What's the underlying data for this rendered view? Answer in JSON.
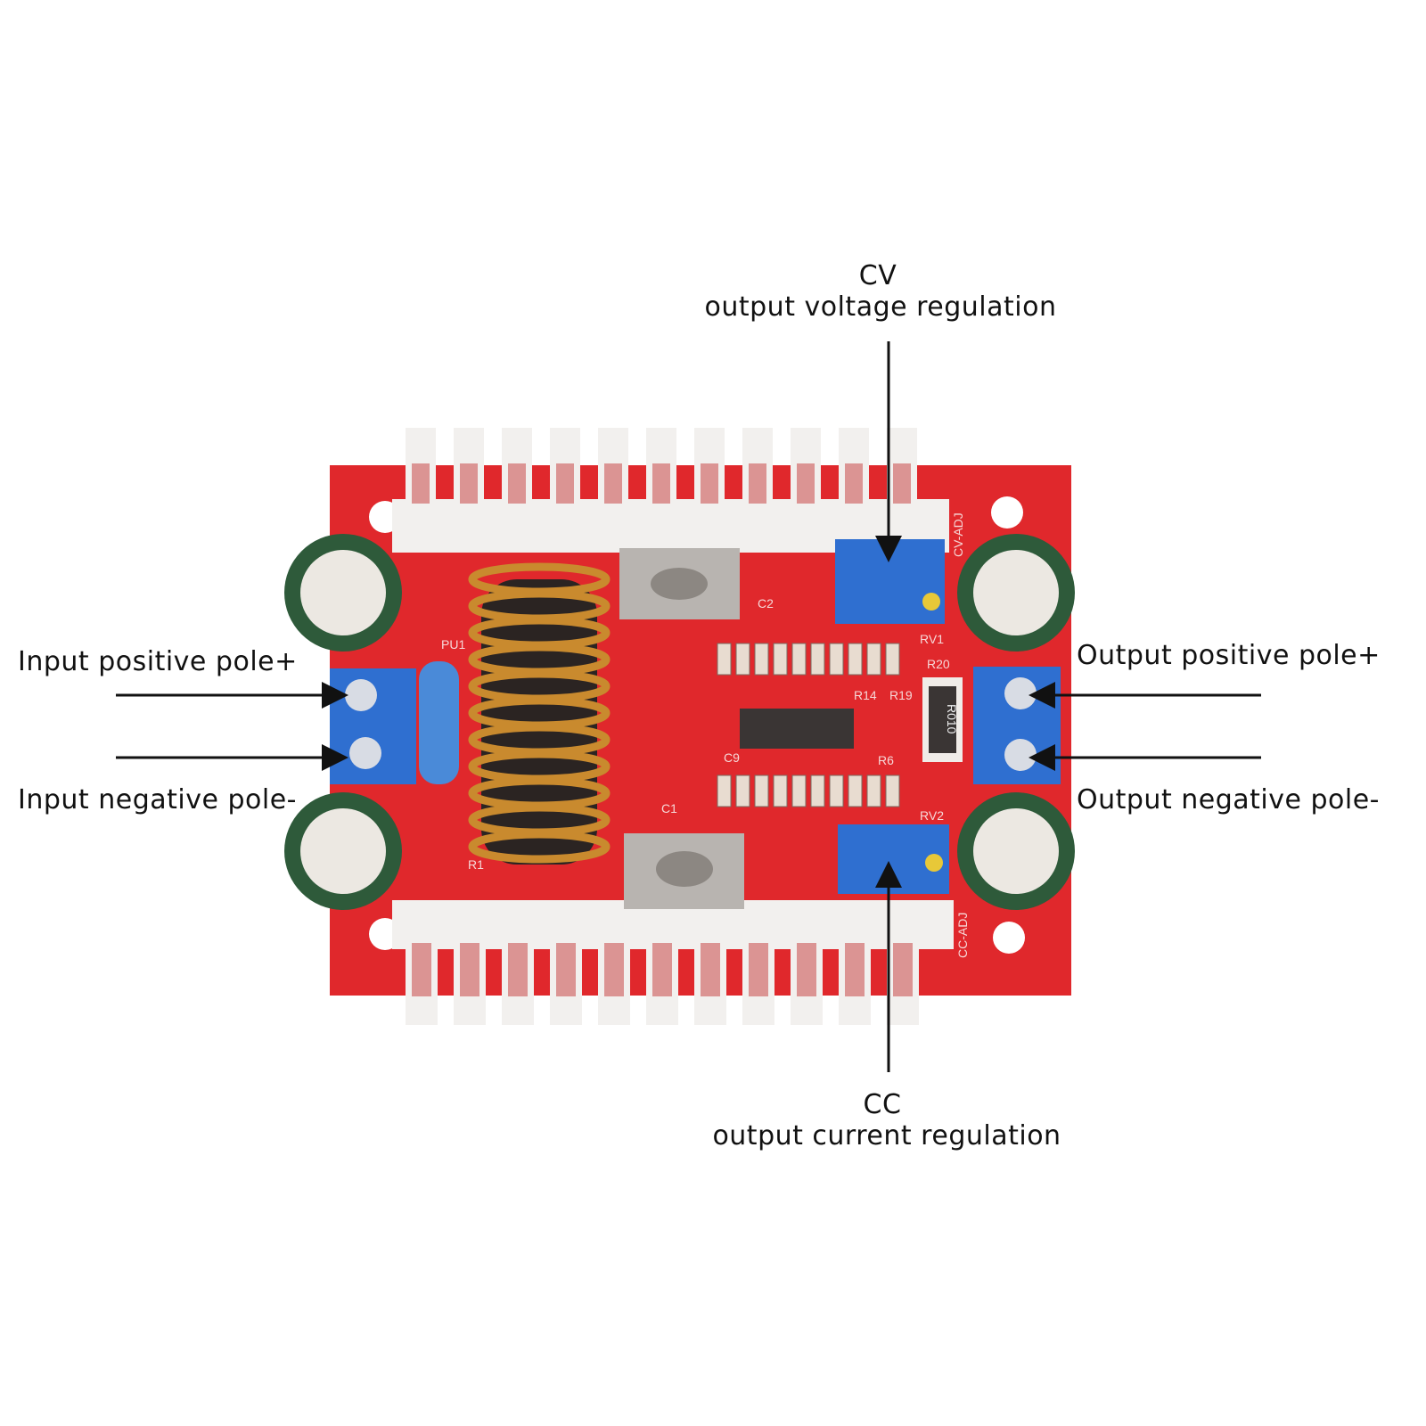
{
  "labels": {
    "cv_title": "CV",
    "cv_desc": "output voltage regulation",
    "cc_title": "CC",
    "cc_desc": "output current regulation",
    "input_positive": "Input positive pole+",
    "input_negative": "Input negative pole-",
    "output_positive": "Output positive pole+",
    "output_negative": "Output negative pole-"
  },
  "board_silkscreen": {
    "rv1": "RV1",
    "rv2": "RV2",
    "r20": "R20",
    "r14": "R14",
    "r19": "R19",
    "r6": "R6",
    "c2": "C2",
    "c9": "C9",
    "c1": "C1",
    "r1": "R1",
    "pu1": "PU1",
    "shunt": "R010",
    "cv_adj": "CV-ADJ",
    "cc_adj": "CC-ADJ"
  },
  "colors": {
    "pcb": "#e0282c",
    "heatsink": "#f2f0ee",
    "terminal": "#2f6fd0",
    "capacitor": "#2e5a3a",
    "copper": "#c98a2e"
  }
}
